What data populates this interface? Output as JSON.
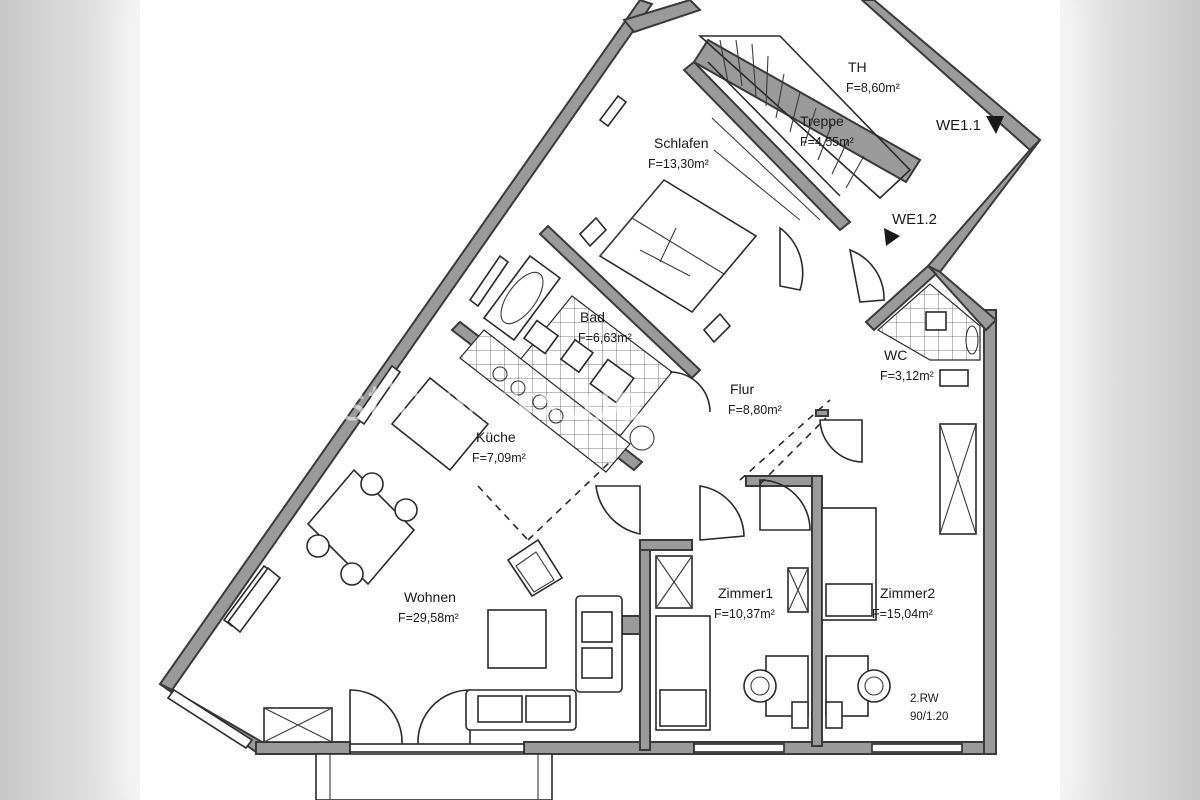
{
  "plan": {
    "rooms": [
      {
        "id": "th",
        "name": "TH",
        "area": "F=8,60m²"
      },
      {
        "id": "treppe",
        "name": "Treppe",
        "area": "F=4,55m²"
      },
      {
        "id": "schlafen",
        "name": "Schlafen",
        "area": "F=13,30m²"
      },
      {
        "id": "bad",
        "name": "Bad",
        "area": "F=6,63m²"
      },
      {
        "id": "wc",
        "name": "WC",
        "area": "F=3,12m²"
      },
      {
        "id": "flur",
        "name": "Flur",
        "area": "F=8,80m²"
      },
      {
        "id": "kueche",
        "name": "Küche",
        "area": "F=7,09m²"
      },
      {
        "id": "wohnen",
        "name": "Wohnen",
        "area": "F=29,58m²"
      },
      {
        "id": "zimmer1",
        "name": "Zimmer1",
        "area": "F=10,37m²"
      },
      {
        "id": "zimmer2",
        "name": "Zimmer2",
        "area": "F=15,04m²"
      }
    ],
    "entrances": [
      {
        "id": "we11",
        "label": "WE1.1"
      },
      {
        "id": "we12",
        "label": "WE1.2"
      }
    ],
    "drawing_code": {
      "line1": "2.RW",
      "line2": "90/1.20"
    },
    "colors": {
      "wall": "#9a9a9a",
      "line": "#2a2a2a",
      "paper": "#ffffff",
      "background": "#d9d9d9"
    }
  }
}
